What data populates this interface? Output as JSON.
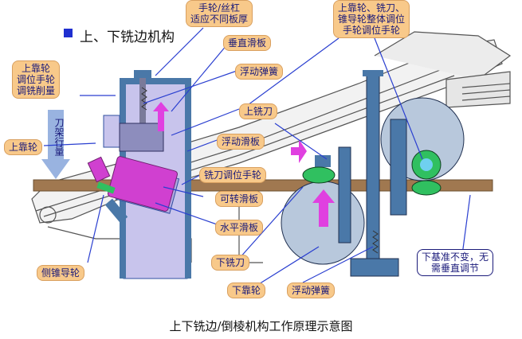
{
  "header": {
    "title": "上、下铣边机构"
  },
  "vertical_label": "刀架行量",
  "callouts": {
    "handwheel_screw": "手轮/丝杠\n适应不同板厚",
    "upper_roller_adjust": "上靠轮\n调位手轮\n调铣削量",
    "upper_roller": "上靠轮",
    "vertical_slide": "垂直滑板",
    "floating_spring_top": "浮动弹簧",
    "upper_cutter": "上铣刀",
    "floating_slide": "浮动滑板",
    "cutter_adjust": "铣刀调位手轮",
    "rotatable_slide": "可转滑板",
    "horizontal_slide": "水平滑板",
    "lower_cutter": "下铣刀",
    "lower_roller": "下靠轮",
    "floating_spring_bottom": "浮动弹簧",
    "side_cone_guide": "侧锥导轮",
    "integral_adjust": "上靠轮、铣刀、\n锥导轮整体调位\n手轮调位手轮",
    "lower_datum": "下基准不变，无\n需垂直调节"
  },
  "caption": "上下铣边/倒棱机构工作原理示意图",
  "colors": {
    "callout": "#f8c98a",
    "text": "#1a1a7a",
    "slide": "#c8c4ec",
    "board": "#a07850",
    "steel": "#4a78a8",
    "magenta": "#e040e0"
  }
}
